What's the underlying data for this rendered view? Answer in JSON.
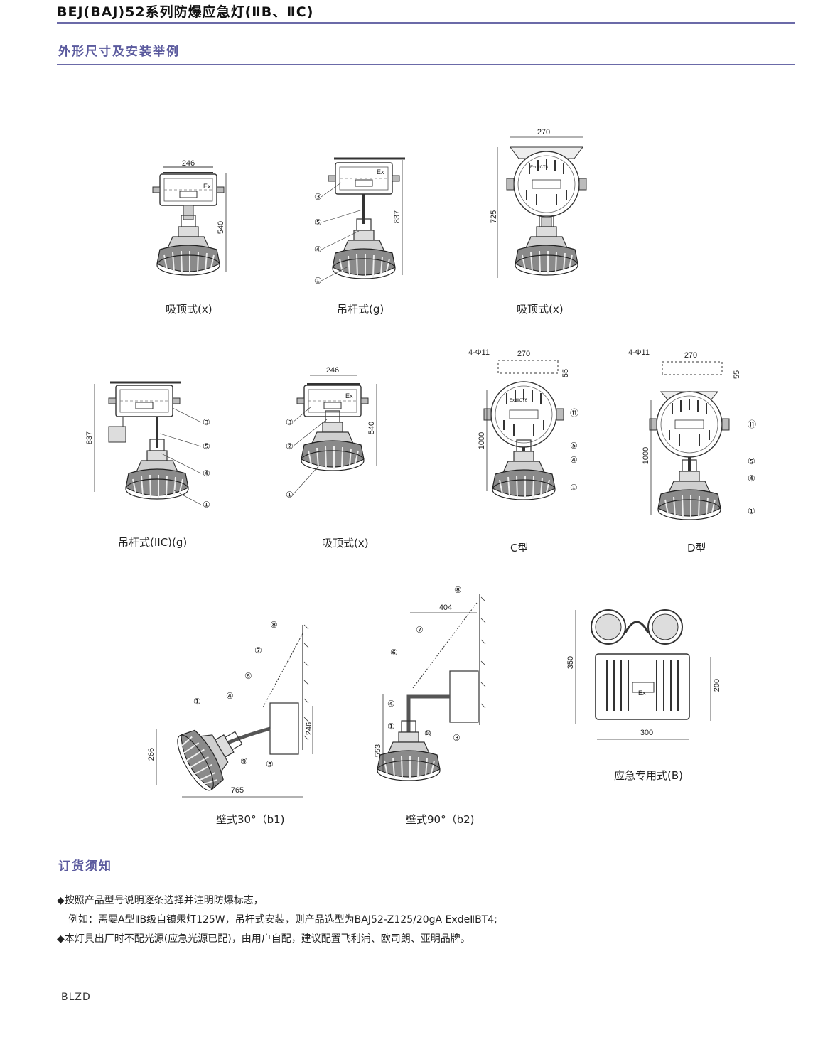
{
  "header": {
    "title": "BEJ(BAJ)52系列防爆应急灯(ⅡB、ⅡC)"
  },
  "sections": {
    "dimensions_title": "外形尺寸及安装举例",
    "ordering_title": "订货须知"
  },
  "figures": [
    {
      "caption": "吸顶式(x)",
      "dim_width": "246",
      "dim_height": "540",
      "box_label": "Ex"
    },
    {
      "caption": "吊杆式(g)",
      "dim_height": "837",
      "box_label": "Ex",
      "callouts": [
        "③",
        "⑤",
        "④",
        "①"
      ]
    },
    {
      "caption": "吸顶式(x)",
      "dim_width": "270",
      "dim_height": "725",
      "box_label": "ExdIICT6"
    },
    {
      "caption": "吊杆式(IIC)(g)",
      "dim_height": "837",
      "callouts": [
        "③",
        "⑤",
        "④",
        "①"
      ]
    },
    {
      "caption": "吸顶式(x)",
      "dim_width": "246",
      "dim_height": "540",
      "box_label": "Ex",
      "callouts": [
        "③",
        "②",
        "①"
      ]
    },
    {
      "caption": "C型",
      "dim_hole": "4-Φ11",
      "dim_width": "270",
      "dim_gap": "55",
      "dim_height": "1000",
      "box_label": "ExdIICT6",
      "callouts": [
        "⑪",
        "⑤",
        "④",
        "①"
      ]
    },
    {
      "caption": "D型",
      "dim_hole": "4-Φ11",
      "dim_width": "270",
      "dim_gap": "55",
      "dim_height": "1000",
      "callouts": [
        "⑪",
        "⑤",
        "④",
        "①"
      ]
    },
    {
      "caption": "壁式30°（b1)",
      "dim_width": "765",
      "dim_height": "266",
      "dim_box": "246",
      "callouts": [
        "⑧",
        "⑦",
        "⑥",
        "④",
        "①",
        "⑨",
        "③"
      ]
    },
    {
      "caption": "壁式90°（b2)",
      "dim_width": "404",
      "dim_height": "553",
      "callouts": [
        "⑧",
        "⑦",
        "⑥",
        "④",
        "①",
        "⑩",
        "③"
      ]
    },
    {
      "caption": "应急专用式(B)",
      "dim_height": "350",
      "dim_box": "200",
      "dim_width": "300",
      "box_label": "Ex"
    }
  ],
  "notes": [
    "◆按照产品型号说明逐条选择并注明防爆标志，",
    "例如：需要A型ⅡB级自镇汞灯125W，吊杆式安装，则产品选型为BAJ52-Z125/20gA ExdeⅡBT4;",
    "◆本灯具出厂时不配光源(应急光源已配)，由用户自配，建议配置飞利浦、欧司朗、亚明品牌。"
  ],
  "footer": {
    "brand": "BLZD"
  }
}
